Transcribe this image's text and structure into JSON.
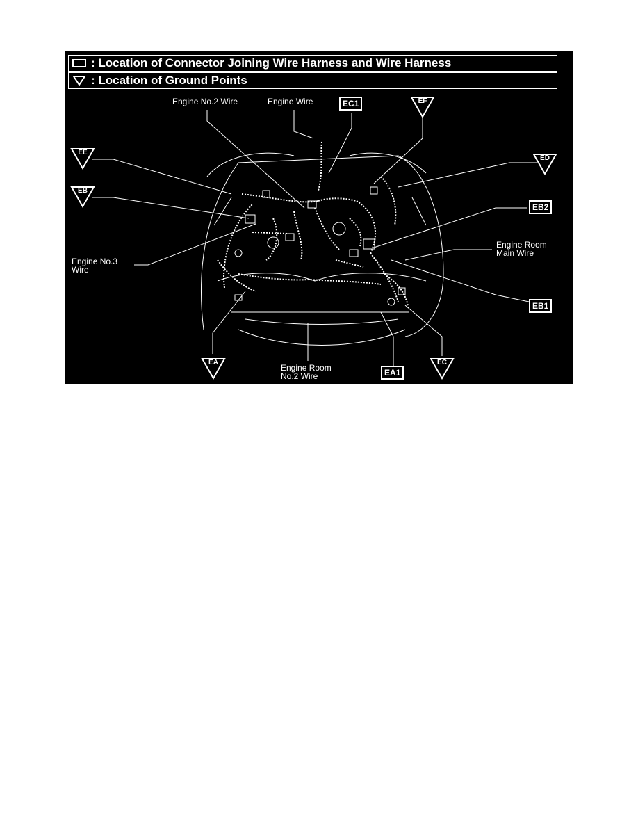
{
  "legend": {
    "connector_text": ": Location of Connector Joining Wire Harness and Wire Harness",
    "ground_text": ": Location of Ground Points",
    "connector_symbol_icon": "rectangle-outline-icon",
    "ground_symbol_icon": "triangle-down-outline-icon"
  },
  "wire_labels": {
    "engine_no2": "Engine No.2 Wire",
    "engine_wire": "Engine Wire",
    "engine_no3_line1": "Engine No.3",
    "engine_no3_line2": "Wire",
    "engine_room_main_line1": "Engine Room",
    "engine_room_main_line2": "Main Wire",
    "engine_room_no2_line1": "Engine Room",
    "engine_room_no2_line2": "No.2 Wire"
  },
  "connectors": {
    "ec1": "EC1",
    "eb2": "EB2",
    "eb1": "EB1",
    "ea1": "EA1"
  },
  "grounds": {
    "ee": "EE",
    "eb": "EB",
    "ef": "EF",
    "ed": "ED",
    "ea": "EA",
    "ec": "EC"
  },
  "colors": {
    "background": "#000000",
    "foreground": "#ffffff",
    "page": "#ffffff"
  }
}
